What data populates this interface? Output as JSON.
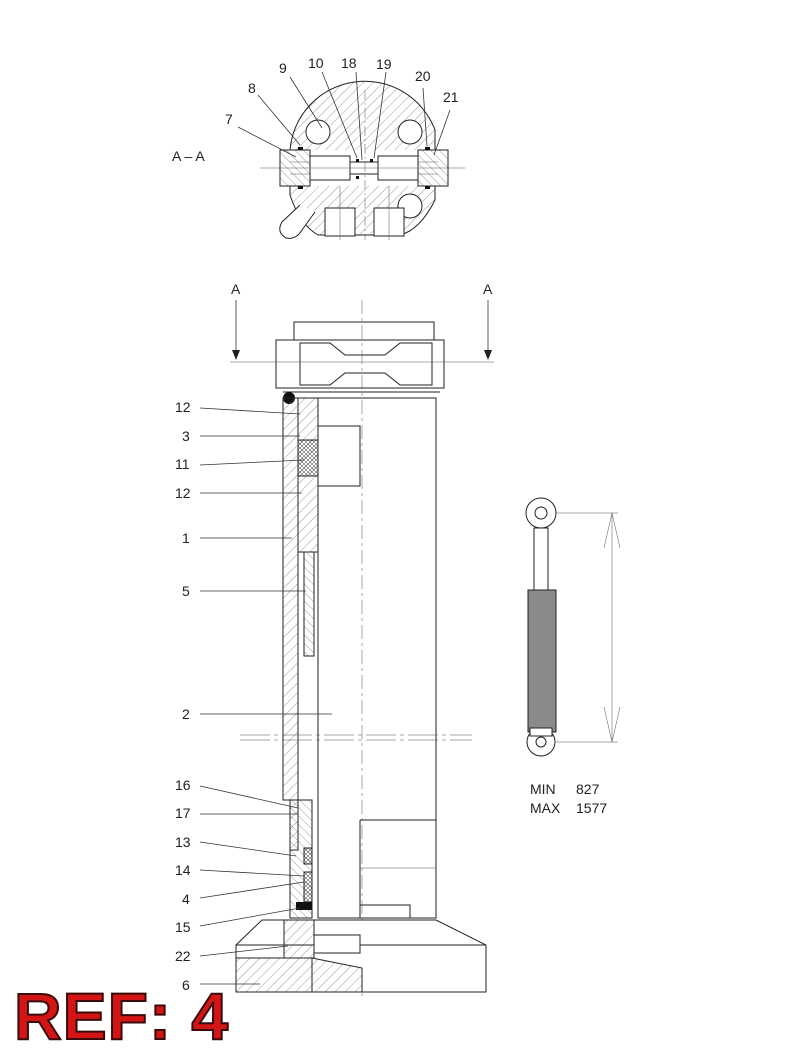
{
  "section": {
    "title": "A – A",
    "callouts": [
      "7",
      "8",
      "9",
      "10",
      "18",
      "19",
      "20",
      "21"
    ]
  },
  "cut_markers": [
    "A",
    "A"
  ],
  "callouts_left": [
    "12",
    "3",
    "11",
    "12",
    "1",
    "5",
    "2",
    "16",
    "17",
    "13",
    "14",
    "4",
    "15",
    "22",
    "6"
  ],
  "dimensions": {
    "min_label": "MIN",
    "min_value": "827",
    "max_label": "MAX",
    "max_value": "1577"
  },
  "reference": "REF: 4",
  "colors": {
    "line": "#333333",
    "hatch": "#555555",
    "cylinder_body": "#8a8a8a",
    "reference_red": "#d41515"
  }
}
